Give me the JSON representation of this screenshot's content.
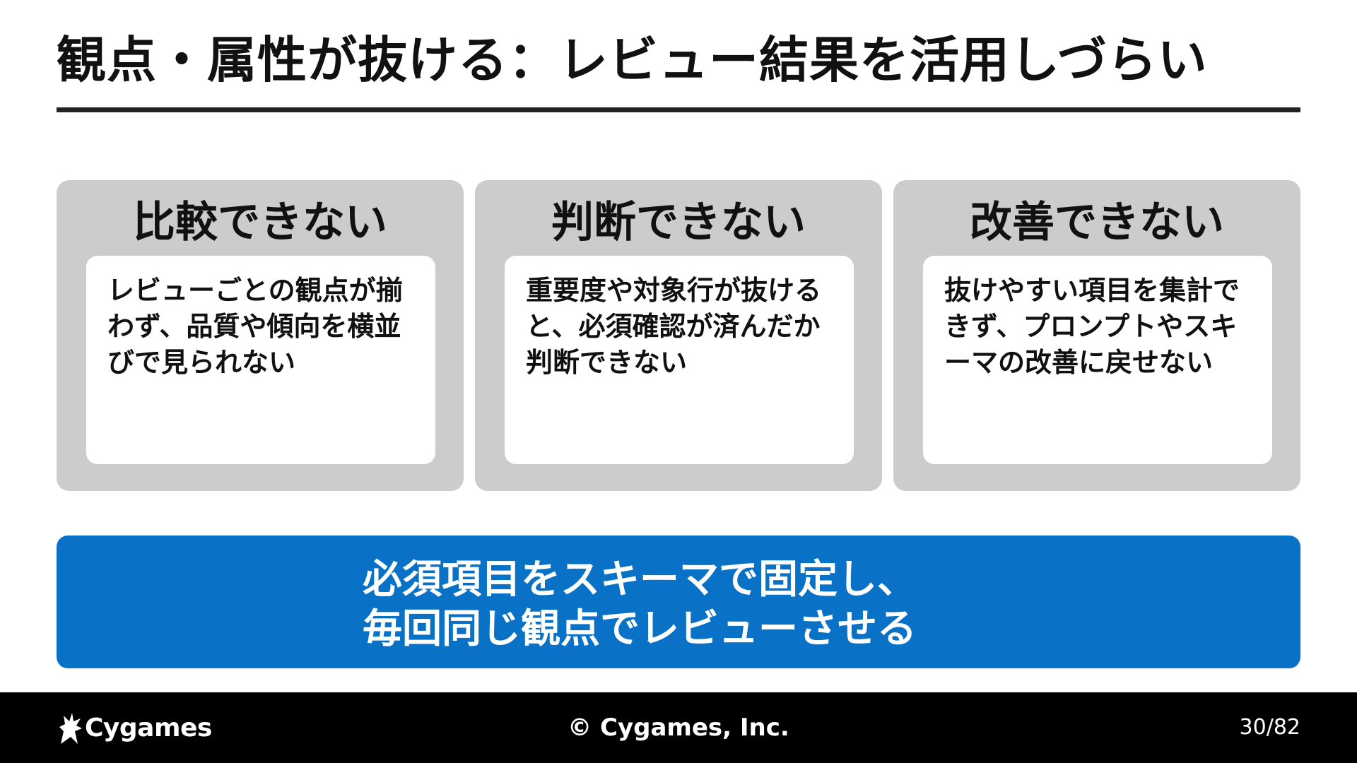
{
  "title": "観点・属性が抜ける：レビュー結果を活用しづらい",
  "cards": [
    {
      "heading": "比較できない",
      "body": "レビューごとの観点が揃わず、品質や傾向を横並びで見られない"
    },
    {
      "heading": "判断できない",
      "body": "重要度や対象行が抜けると、必須確認が済んだか判断できない"
    },
    {
      "heading": "改善できない",
      "body": "抜けやすい項目を集計できず、プロンプトやスキーマの改善に戻せない"
    }
  ],
  "summary": {
    "line1": "必須項目をスキーマで固定し、",
    "line2": "毎回同じ観点でレビューさせる"
  },
  "footer": {
    "logo_text": "Cygames",
    "copyright": "© Cygames, Inc.",
    "page_number": "30/82"
  },
  "colors": {
    "card_background": "#cccccc",
    "banner_blue": "#0a72c6",
    "footer_black": "#000000",
    "rule_dark": "#222222"
  },
  "icons": {
    "logo": "cygames-logo-icon"
  }
}
